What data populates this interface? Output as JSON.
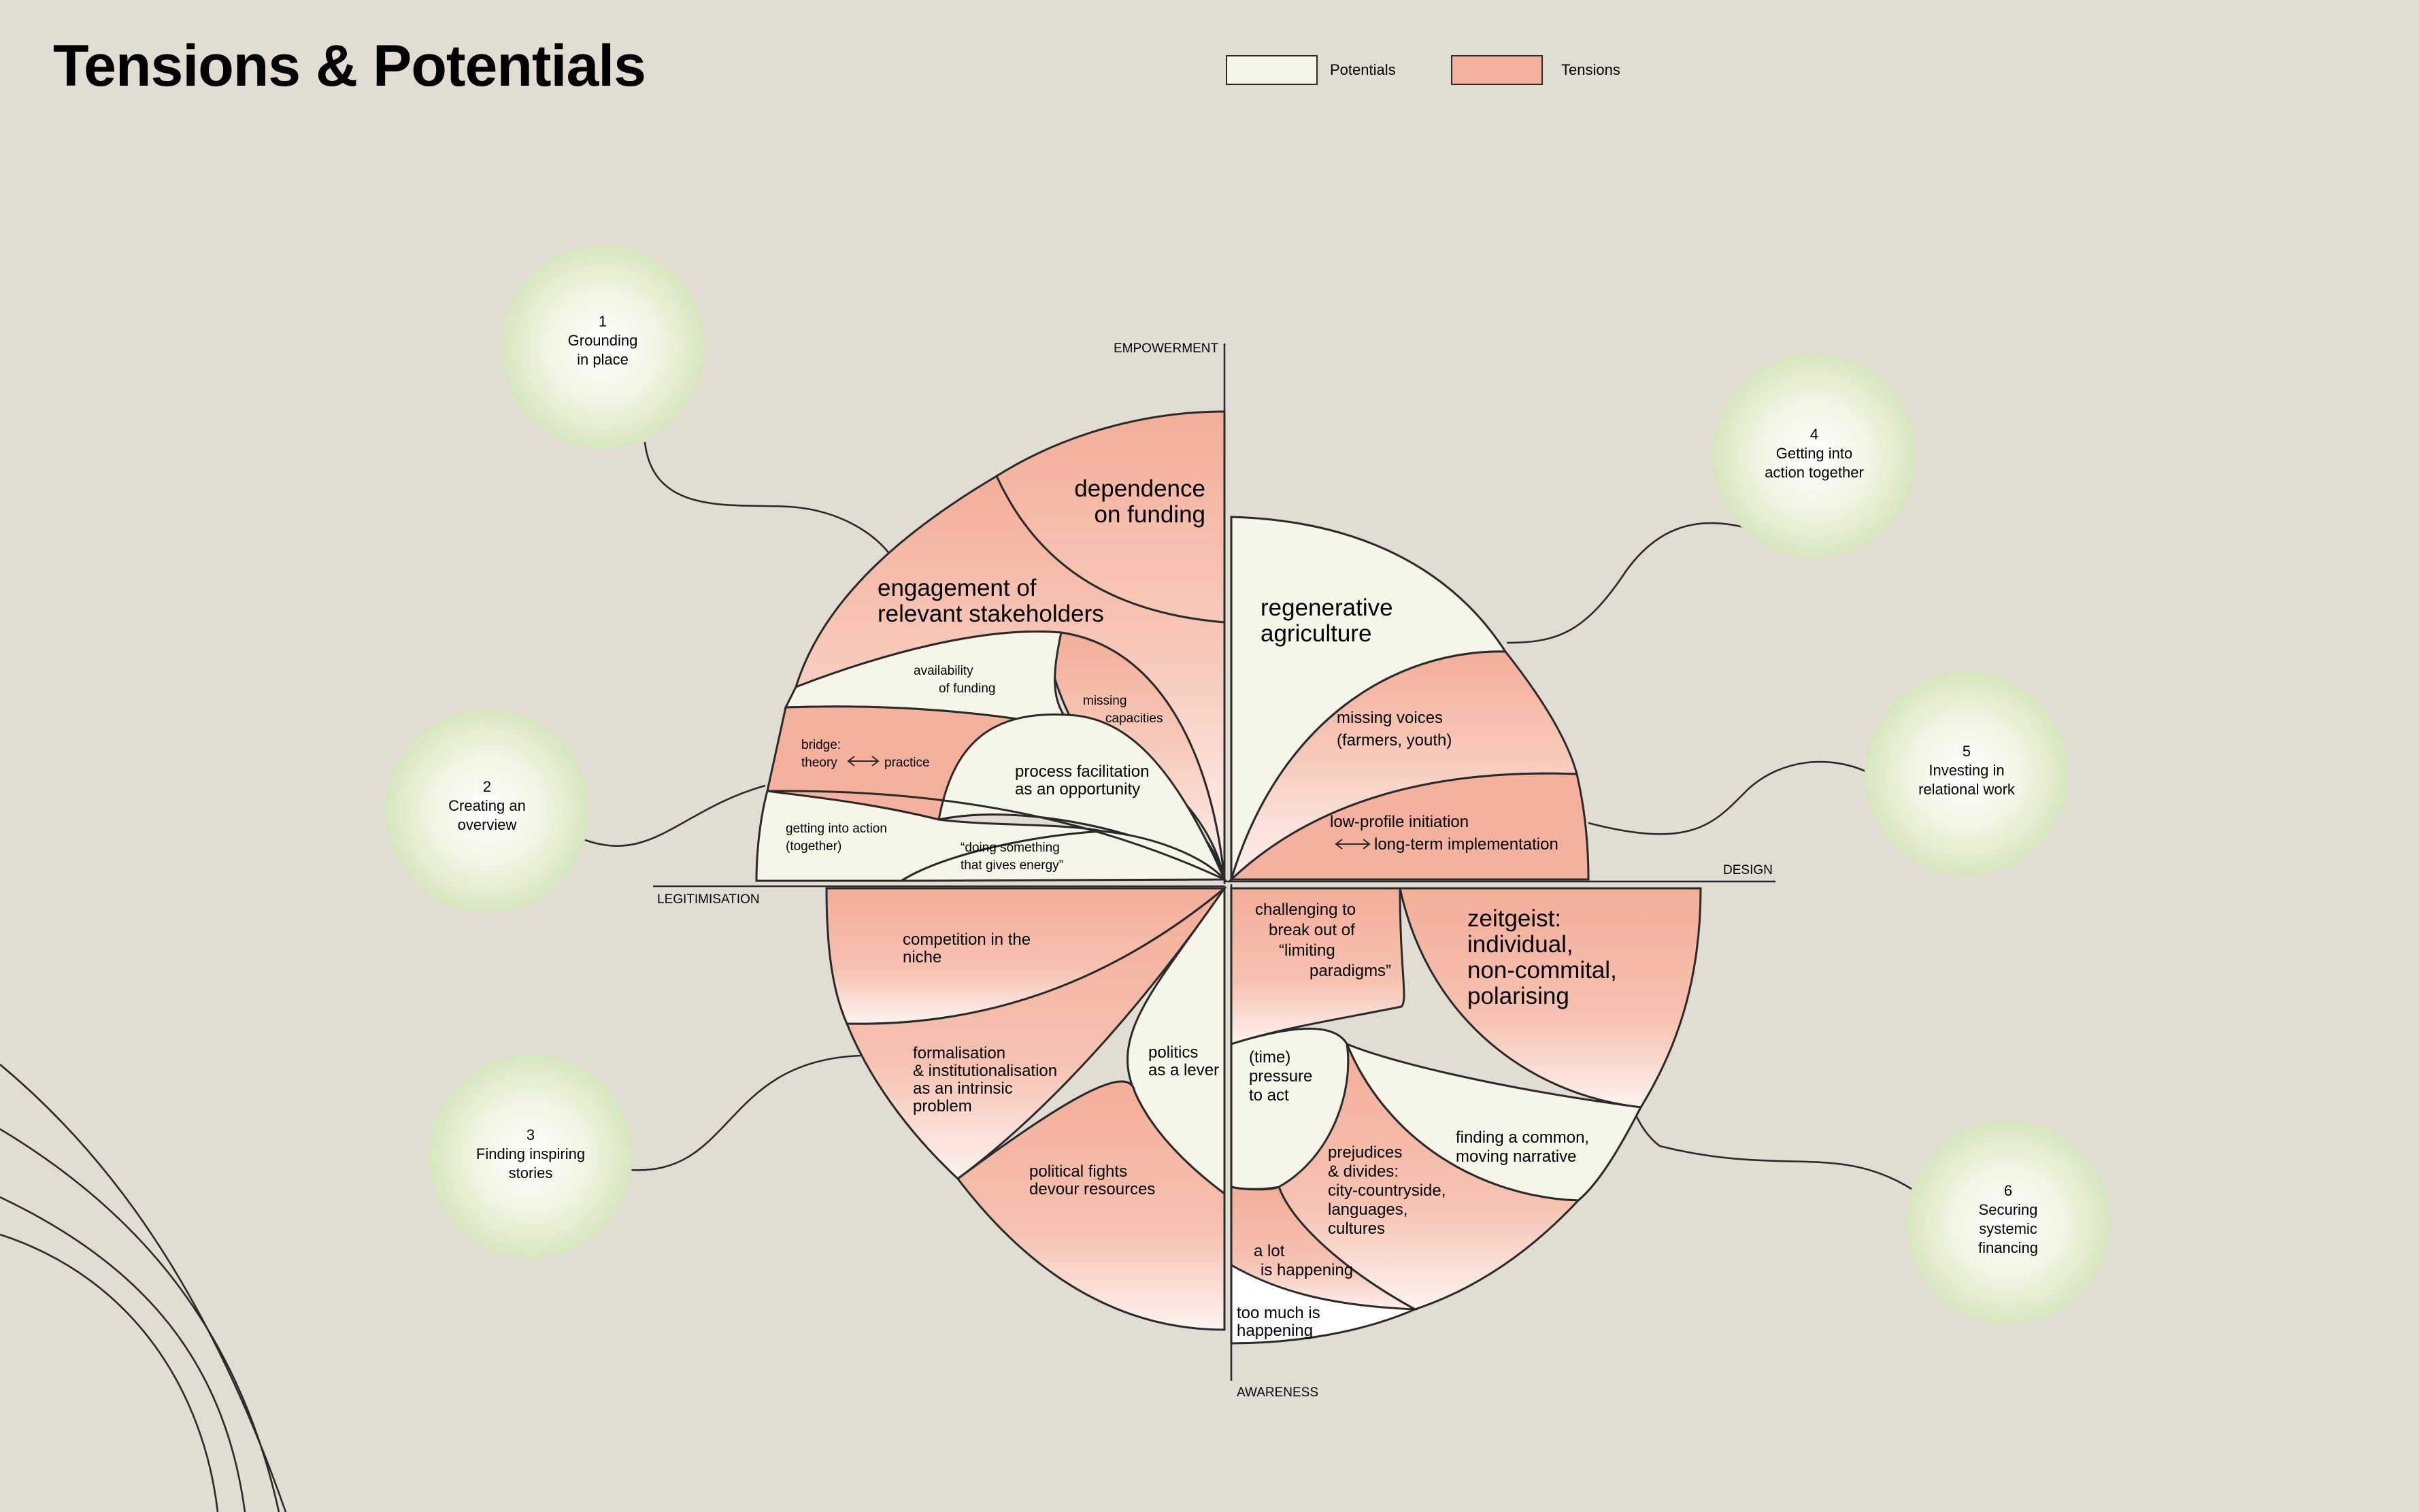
{
  "title": "Tensions & Potentials",
  "legend": {
    "potentials": {
      "label": "Potentials",
      "color": "#f5f5e8"
    },
    "tensions": {
      "label": "Tensions",
      "color": "#f4b19e"
    }
  },
  "axes": {
    "top": "EMPOWERMENT",
    "right": "DESIGN",
    "left": "LEGITIMISATION",
    "bottom": "AWARENESS"
  },
  "circles": [
    {
      "number": "1",
      "line1": "Grounding",
      "line2": "in place"
    },
    {
      "number": "2",
      "line1": "Creating an",
      "line2": "overview"
    },
    {
      "number": "3",
      "line1": "Finding inspiring",
      "line2": "stories"
    },
    {
      "number": "4",
      "line1": "Getting into",
      "line2": "action together"
    },
    {
      "number": "5",
      "line1": "Investing in",
      "line2": "relational work"
    },
    {
      "number": "6",
      "line1": "Securing",
      "line2": "systemic",
      "line3": "financing"
    }
  ],
  "segments": {
    "q1": {
      "dependence": [
        "dependence",
        "on funding"
      ],
      "engagement": [
        "engagement of",
        "relevant stakeholders"
      ],
      "availability": [
        "availability",
        "of funding"
      ],
      "missing_cap": [
        "missing",
        "capacities"
      ],
      "bridge": [
        "bridge:",
        "theory",
        "practice"
      ],
      "process": [
        "process facilitation",
        "as an opportunity"
      ],
      "getting": [
        "getting into action",
        "(together)"
      ],
      "doing": [
        "“doing something",
        "that gives energy”"
      ]
    },
    "q2": {
      "regen": [
        "regenerative",
        "agriculture"
      ],
      "missing_voices": [
        "missing voices",
        "(farmers, youth)"
      ],
      "lowprofile": [
        "low-profile initiation",
        "long-term implementation"
      ]
    },
    "q3": {
      "competition": [
        "competition in the",
        "niche"
      ],
      "formalisation": [
        "formalisation",
        "& institutionalisation",
        "as an intrinsic",
        "problem"
      ],
      "politics": [
        "politics",
        "as a lever"
      ],
      "fights": [
        "political fights",
        "devour resources"
      ]
    },
    "q4": {
      "challenging": [
        "challenging to",
        "break out of",
        "“limiting",
        "paradigms”"
      ],
      "zeitgeist": [
        "zeitgeist:",
        "individual,",
        "non-commital,",
        "polarising"
      ],
      "time": [
        "(time)",
        "pressure",
        "to act"
      ],
      "finding": [
        "finding a common,",
        "moving narrative"
      ],
      "prejudices": [
        "prejudices",
        "& divides:",
        "city-countryside,",
        "languages,",
        "cultures"
      ],
      "alot": [
        "a lot",
        "is happening"
      ],
      "toomuch": [
        "too much is",
        "happening"
      ]
    }
  }
}
